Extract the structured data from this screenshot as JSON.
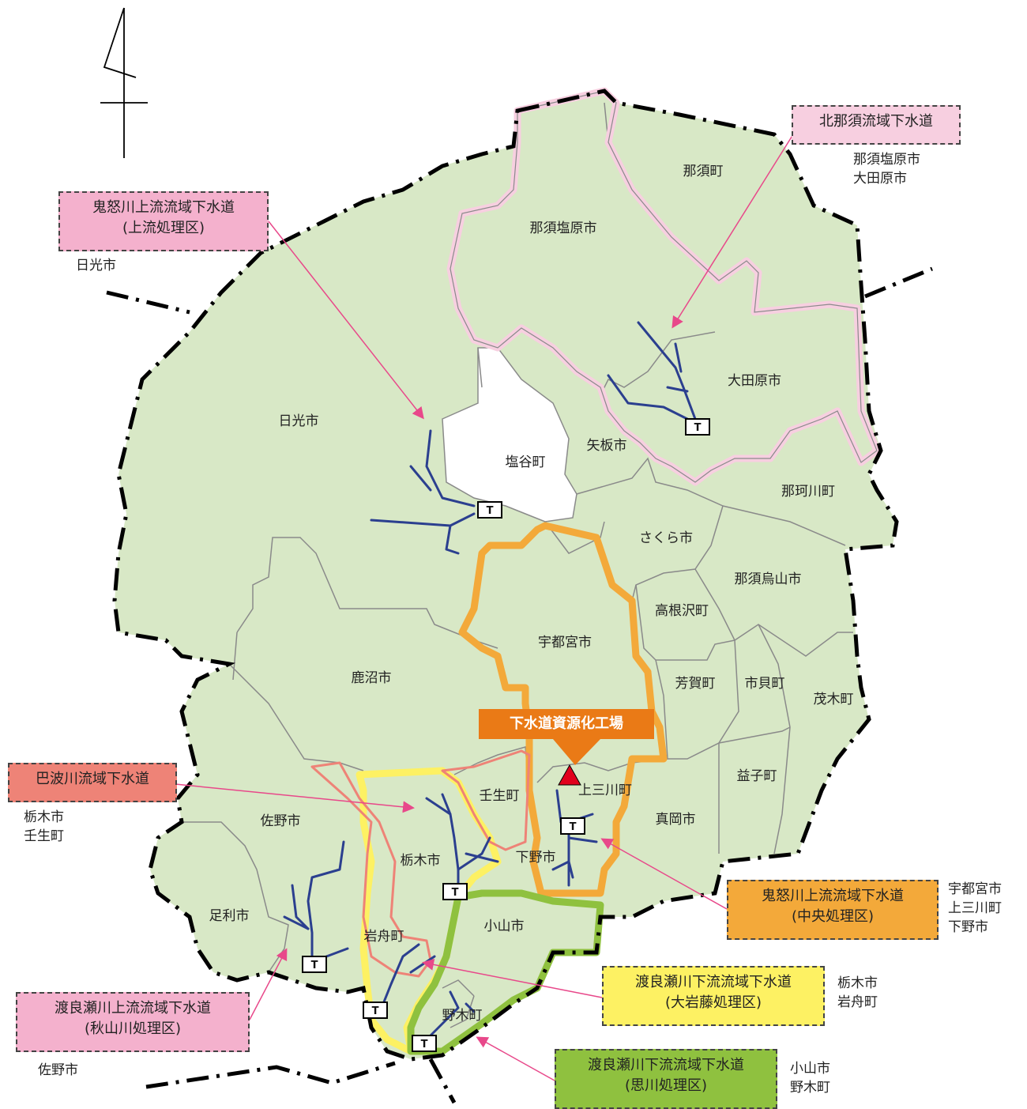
{
  "colors": {
    "land": "#d8e8c6",
    "boundary": "#8a8a8a",
    "prefecture_border": "#000000",
    "pipe": "#2b3f8f",
    "kitanasu": "#f7cfe0",
    "kinugawa_upper": "#f4b1cd",
    "kinugawa_central": "#f3a93a",
    "hakawa": "#ee8377",
    "watarase_lower_oiwafuji": "#fdf163",
    "watarase_upper_akiyama": "#f4b1cd",
    "watarase_lower_omoi": "#8fc13f",
    "factory": "#ea7a16",
    "factory_marker": "#e1001d",
    "arrow": "#e8488a"
  },
  "compass": {
    "icon": "north-arrow-icon"
  },
  "municipalities": [
    "那須町",
    "那須塩原市",
    "大田原市",
    "日光市",
    "塩谷町",
    "矢板市",
    "那珂川町",
    "さくら市",
    "那須烏山市",
    "高根沢町",
    "宇都宮市",
    "鹿沼市",
    "芳賀町",
    "市貝町",
    "茂木町",
    "上三川町",
    "真岡市",
    "益子町",
    "壬生町",
    "佐野市",
    "栃木市",
    "下野市",
    "足利市",
    "小山市",
    "岩舟町",
    "野木町"
  ],
  "factory": {
    "label": "下水道資源化工場"
  },
  "treatment_marker": "T",
  "sewers": [
    {
      "lines": [
        "北那須流域下水道"
      ],
      "cities": [
        "那須塩原市",
        "大田原市"
      ]
    },
    {
      "lines": [
        "鬼怒川上流流域下水道",
        "(上流処理区)"
      ],
      "cities": [
        "日光市"
      ]
    },
    {
      "lines": [
        "巴波川流域下水道"
      ],
      "cities": [
        "栃木市",
        "壬生町"
      ]
    },
    {
      "lines": [
        "鬼怒川上流流域下水道",
        "(中央処理区)"
      ],
      "cities": [
        "宇都宮市",
        "上三川町",
        "下野市"
      ]
    },
    {
      "lines": [
        "渡良瀬川下流流域下水道",
        "(大岩藤処理区)"
      ],
      "cities": [
        "栃木市",
        "岩舟町"
      ]
    },
    {
      "lines": [
        "渡良瀬川上流流域下水道",
        "(秋山川処理区)"
      ],
      "cities": [
        "佐野市"
      ]
    },
    {
      "lines": [
        "渡良瀬川下流流域下水道",
        "(思川処理区)"
      ],
      "cities": [
        "小山市",
        "野木町"
      ]
    }
  ]
}
